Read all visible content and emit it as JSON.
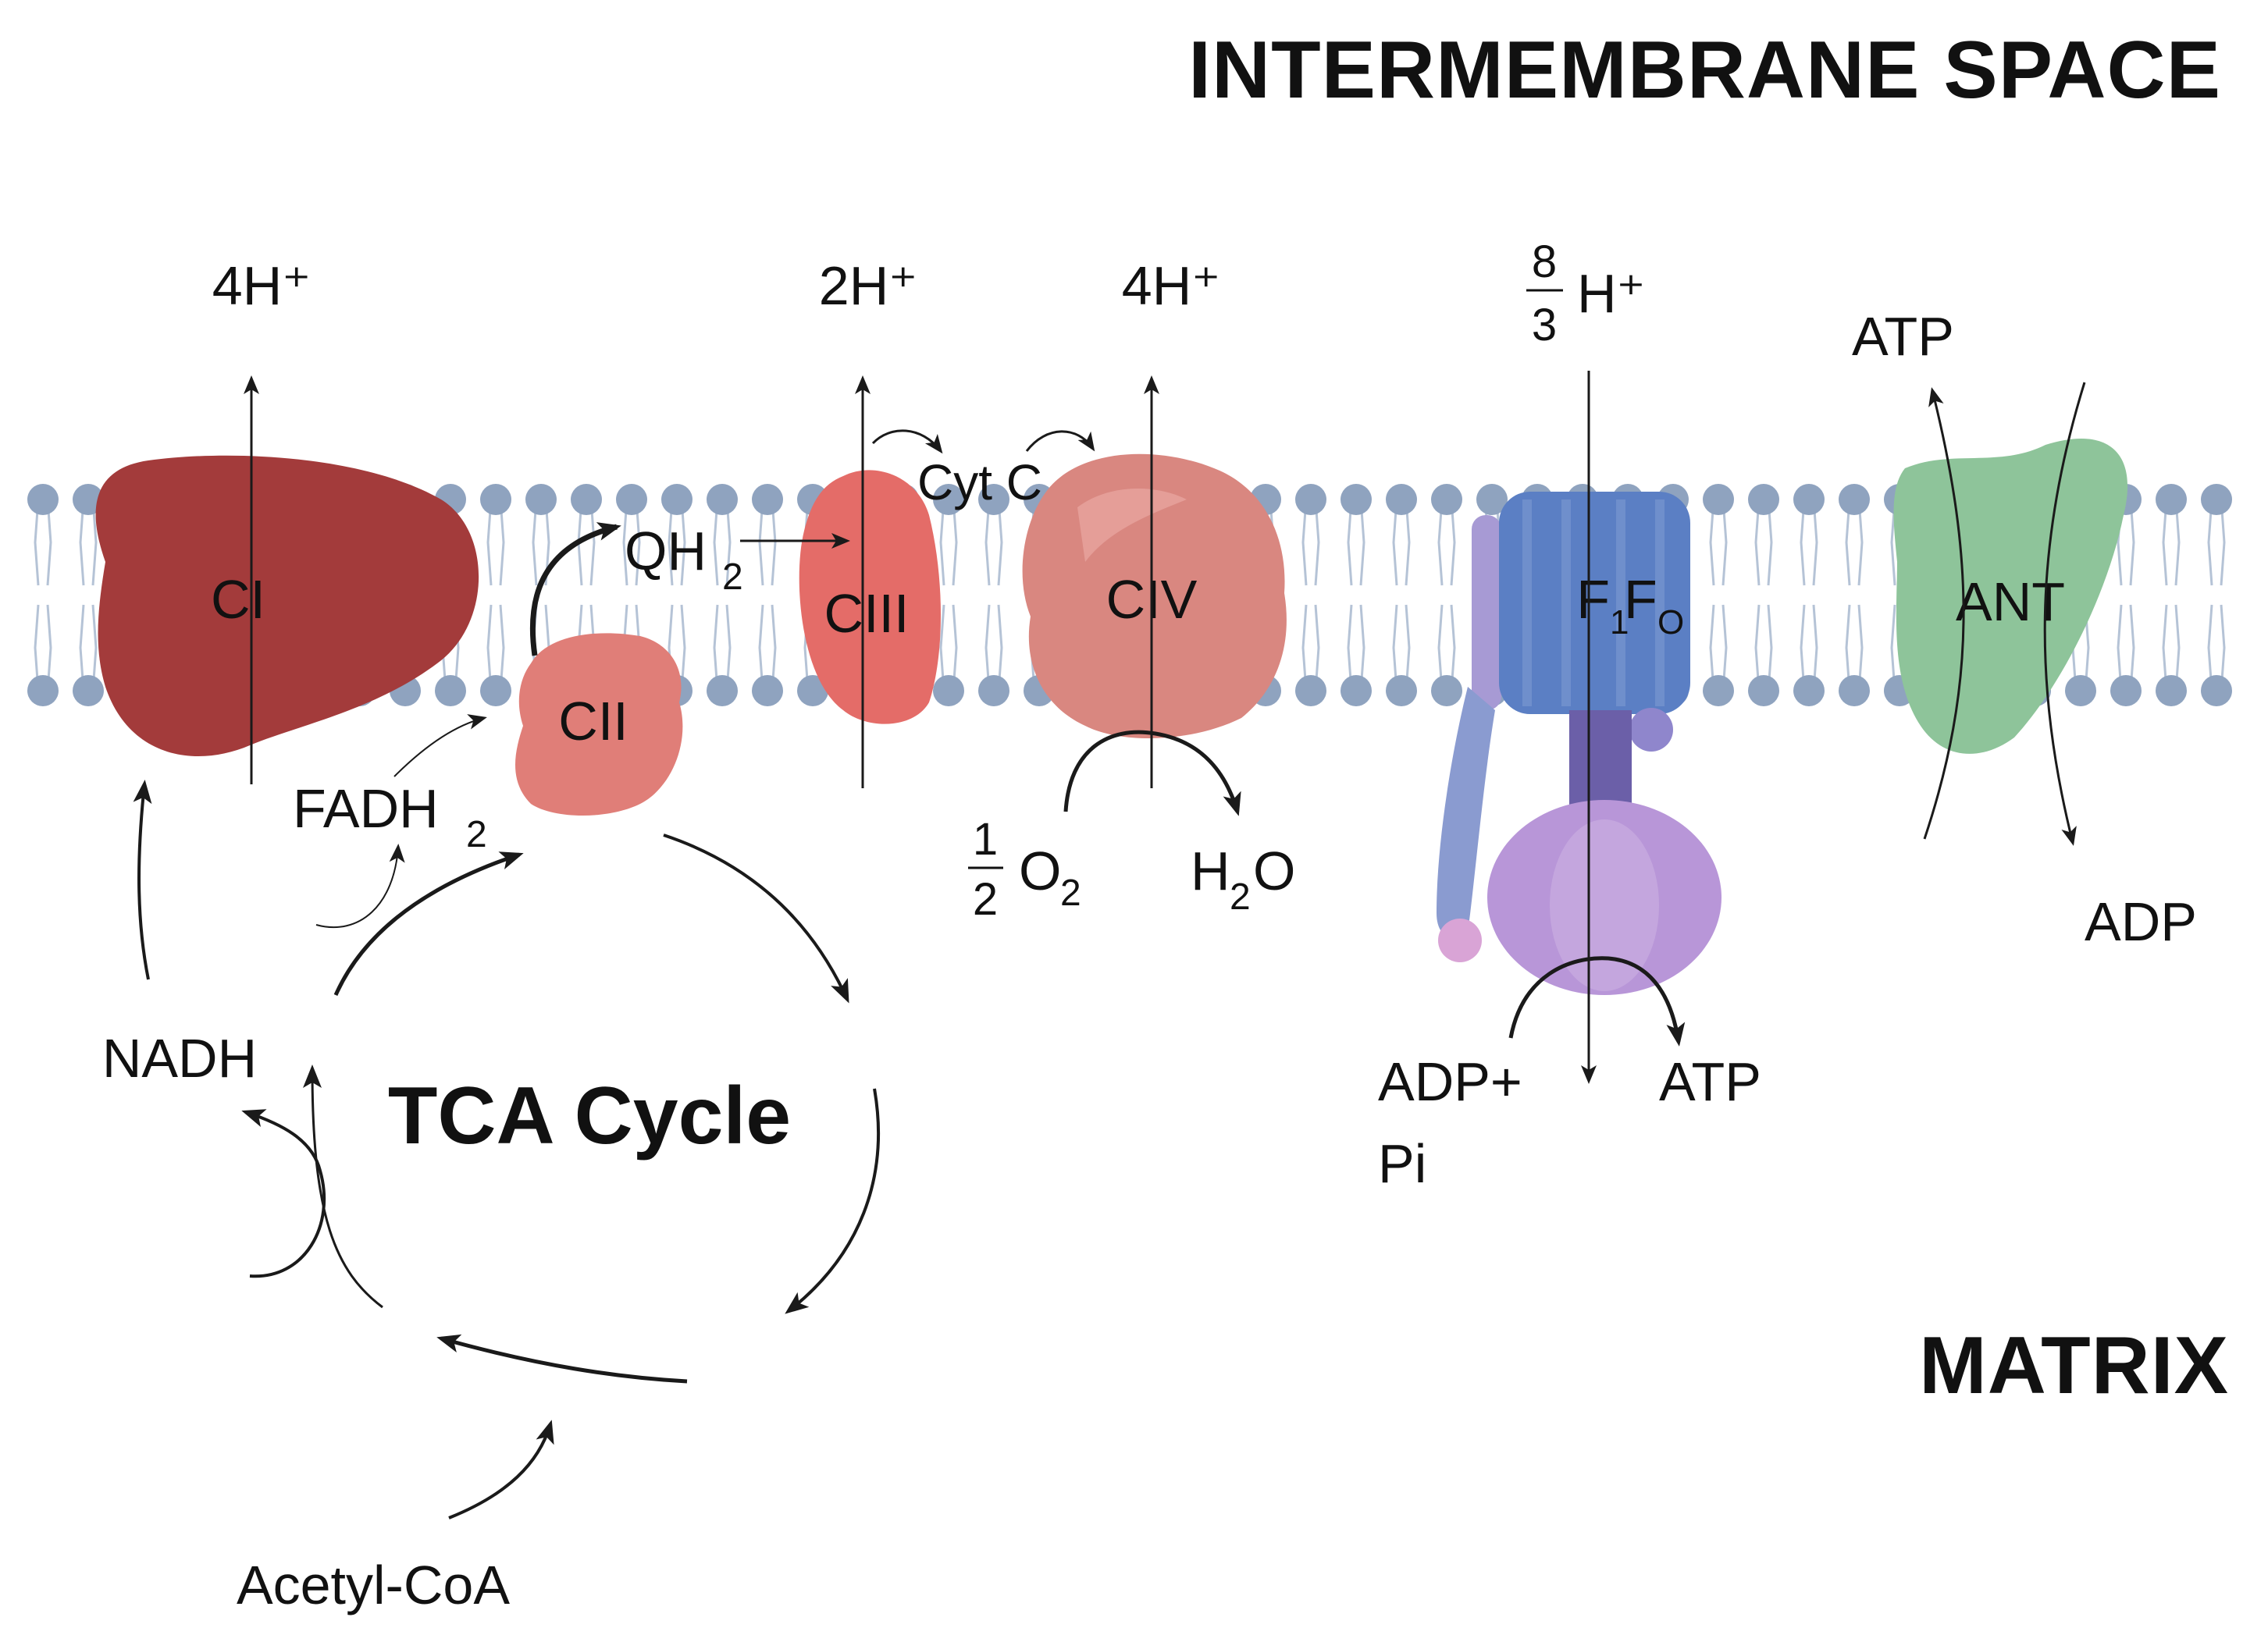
{
  "labels": {
    "intermembrane_space": "INTERMEMBRANE SPACE",
    "matrix": "MATRIX",
    "tca_cycle": "TCA Cycle",
    "nadh": "NADH",
    "fadh": "FADH",
    "fadh_sub": "2",
    "acetyl_coa": "Acetyl-CoA",
    "qh": "QH",
    "qh_sub": "2",
    "cyt_c": "Cyt C",
    "half_num": "1",
    "half_den": "2",
    "o": "O",
    "o_sub": "2",
    "h2o_h": "H",
    "h2o_sub": "2",
    "h2o_o": "O",
    "ci_protons": "4H⁺",
    "ciii_protons": "2H⁺",
    "civ_protons": "4H⁺",
    "f_num": "8",
    "f_den": "3",
    "f_h": "H⁺",
    "adp_pi_1": "ADP+",
    "adp_pi_2": "Pi",
    "atp_synth": "ATP",
    "ant_atp": "ATP",
    "ant_adp": "ADP"
  },
  "complexes": {
    "ci": "CI",
    "cii": "CII",
    "ciii": "CIII",
    "civ": "CIV",
    "f1fo_f1": "F",
    "f1fo_sub1": "1",
    "f1fo_f2": "F",
    "f1fo_sub2": "O",
    "ant": "ANT"
  },
  "colors": {
    "ci": "#a33b3b",
    "cii": "#e07e78",
    "ciii": "#e46c68",
    "civ": "#d98780",
    "f1fo_top": "#5b7fc4",
    "f1fo_stalk": "#6b5fa8",
    "f1fo_bottom": "#b896d8",
    "ant": "#8ec49a",
    "lipid_head": "#8fa3bf",
    "lipid_tail": "#b5c3d6"
  }
}
